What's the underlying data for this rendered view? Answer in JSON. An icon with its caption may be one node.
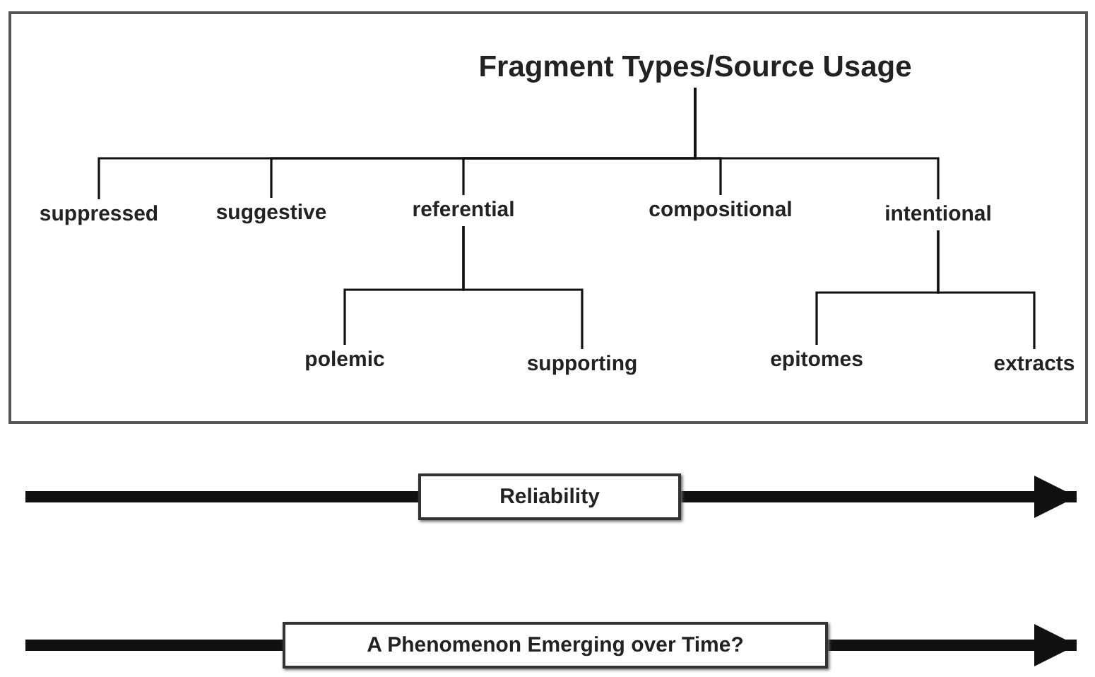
{
  "diagram": {
    "nodes": [
      {
        "text": [
          "Fragment Types/Source Usage"
        ]
      },
      {
        "text": [
          "suppressed"
        ],
        "in": 0
      },
      {
        "text": [
          "suggestive"
        ],
        "in": 0
      },
      {
        "text": [
          "referential"
        ],
        "in": 0
      },
      {
        "text": [
          "compositional"
        ],
        "in": 0
      },
      {
        "text": [
          "intentional"
        ],
        "in": 0
      },
      {
        "text": [
          "polemic"
        ],
        "in": 0
      },
      {
        "text": [
          "supporting"
        ],
        "in": 0
      },
      {
        "text": [
          "epitomes"
        ],
        "in": 0
      },
      {
        "text": [
          "extracts"
        ],
        "in": 0
      },
      {
        "text": [
          "Reliability"
        ]
      },
      {
        "text": [
          "A Phenomenon Emerging over Time?"
        ]
      }
    ],
    "edges": [
      {
        "from": 0,
        "to": 1,
        "arrow": "none"
      },
      {
        "from": 0,
        "to": 2,
        "arrow": "none"
      },
      {
        "from": 0,
        "to": 3,
        "arrow": "none"
      },
      {
        "from": 0,
        "to": 4,
        "arrow": "none"
      },
      {
        "from": 0,
        "to": 5,
        "arrow": "none"
      },
      {
        "from": 3,
        "to": 6,
        "arrow": "none"
      },
      {
        "from": 3,
        "to": 7,
        "arrow": "none"
      },
      {
        "from": 5,
        "to": 8,
        "arrow": "none"
      },
      {
        "from": 5,
        "to": 9,
        "arrow": "none"
      },
      {
        "from": null,
        "to": 10,
        "arrow": "none",
        "style": "thick"
      },
      {
        "from": 10,
        "to": null,
        "arrow": "to",
        "style": "thick"
      },
      {
        "from": null,
        "to": 11,
        "arrow": "none",
        "style": "thick"
      },
      {
        "from": 11,
        "to": null,
        "arrow": "to",
        "style": "thick"
      }
    ]
  }
}
